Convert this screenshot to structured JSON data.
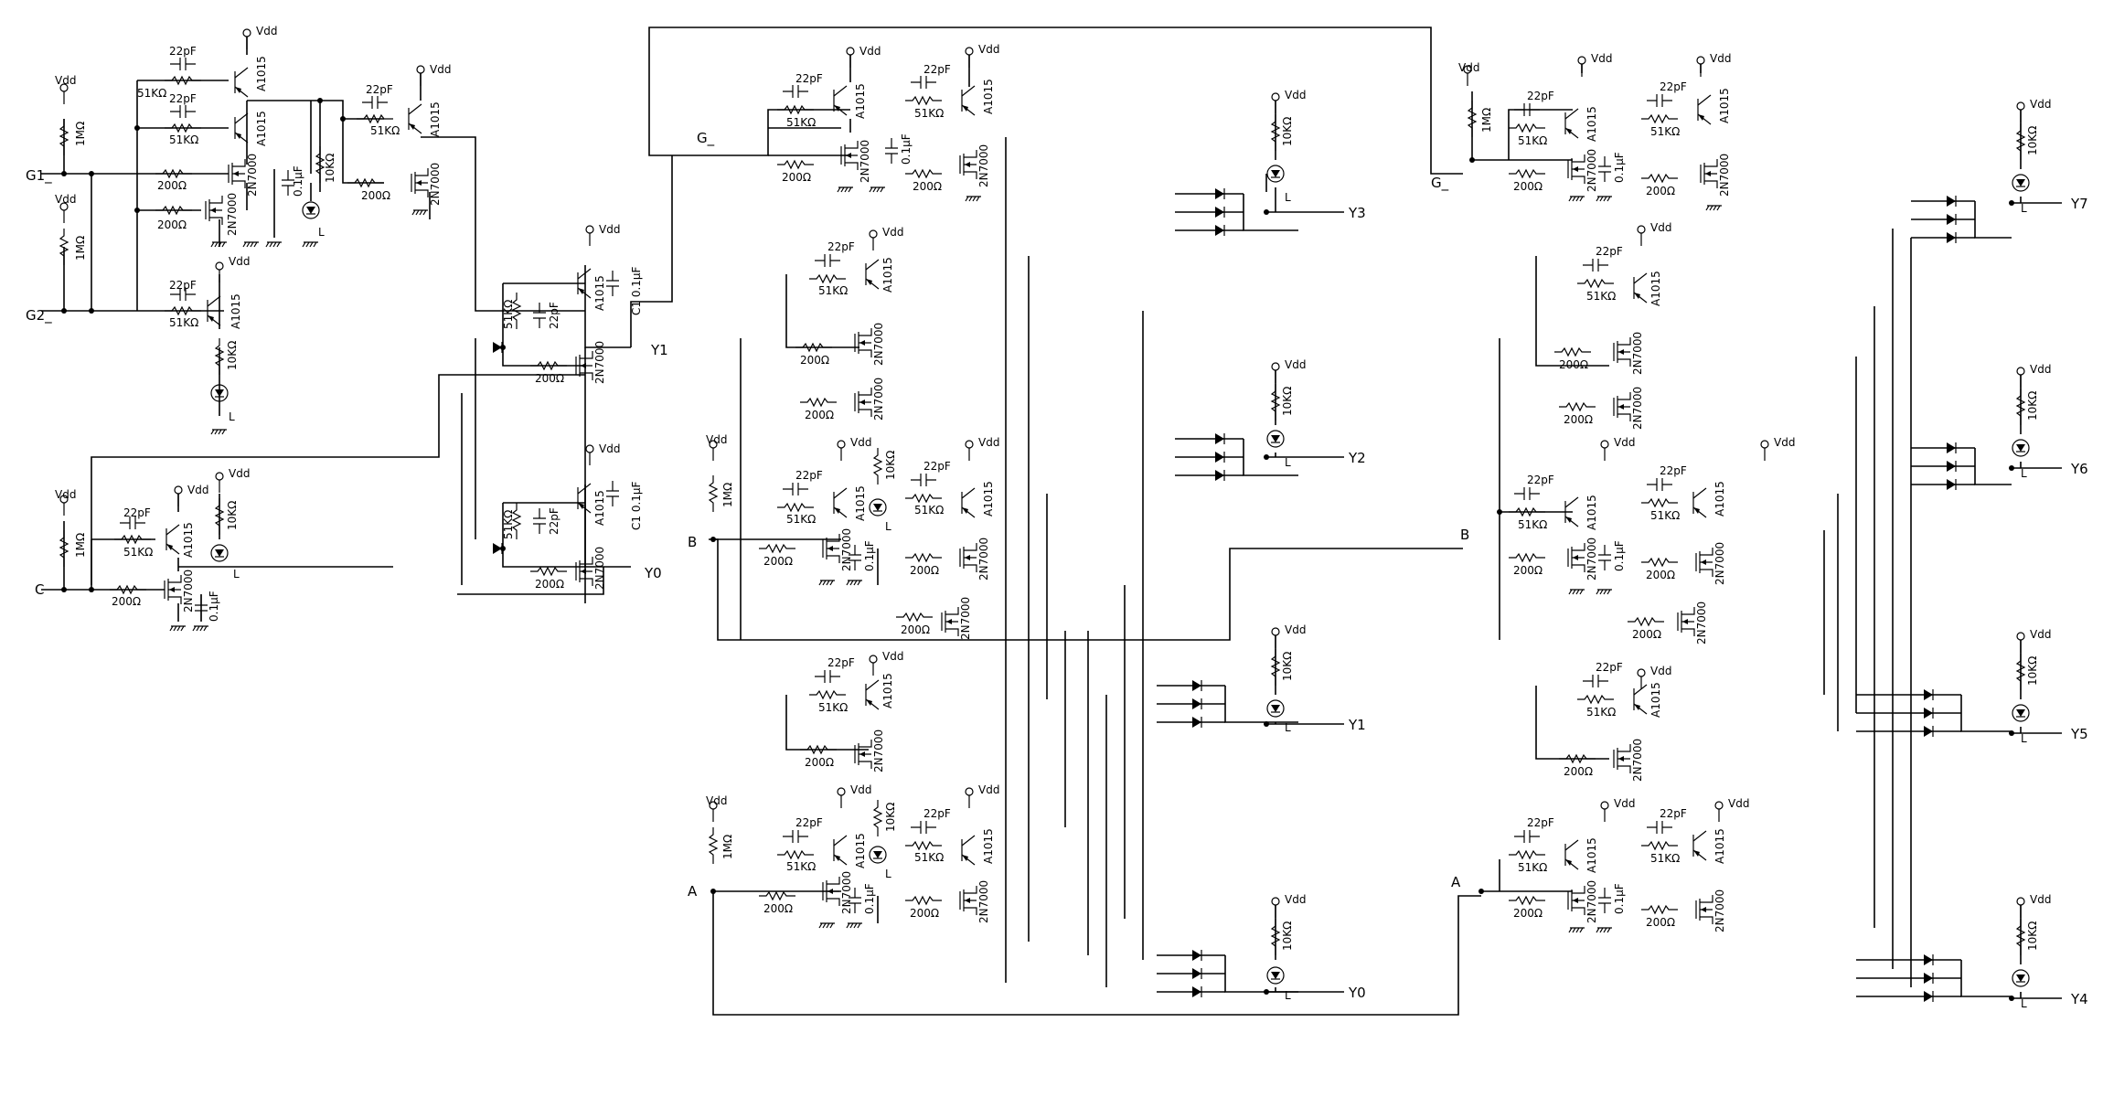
{
  "labels": {
    "supply": "Vdd",
    "cap_small": "22pF",
    "cap_decouple": "0.1μF",
    "cap_decouple_c1": "C1 0.1μF",
    "res_base": "51KΩ",
    "res_gate": "200Ω",
    "res_pullup": "1MΩ",
    "res_led": "10KΩ",
    "bjt": "A1015",
    "mosfet": "2N7000",
    "led_node": "L"
  },
  "inputs": {
    "g1": "G1_",
    "g2": "G2_",
    "c": "C",
    "b": "B",
    "a": "A",
    "g": "G_"
  },
  "outputs": {
    "y0": "Y0",
    "y1": "Y1",
    "y2": "Y2",
    "y3": "Y3",
    "y4": "Y4",
    "y5": "Y5",
    "y6": "Y6",
    "y7": "Y7"
  },
  "colors": {
    "ink": "#000000",
    "paper": "#ffffff"
  }
}
